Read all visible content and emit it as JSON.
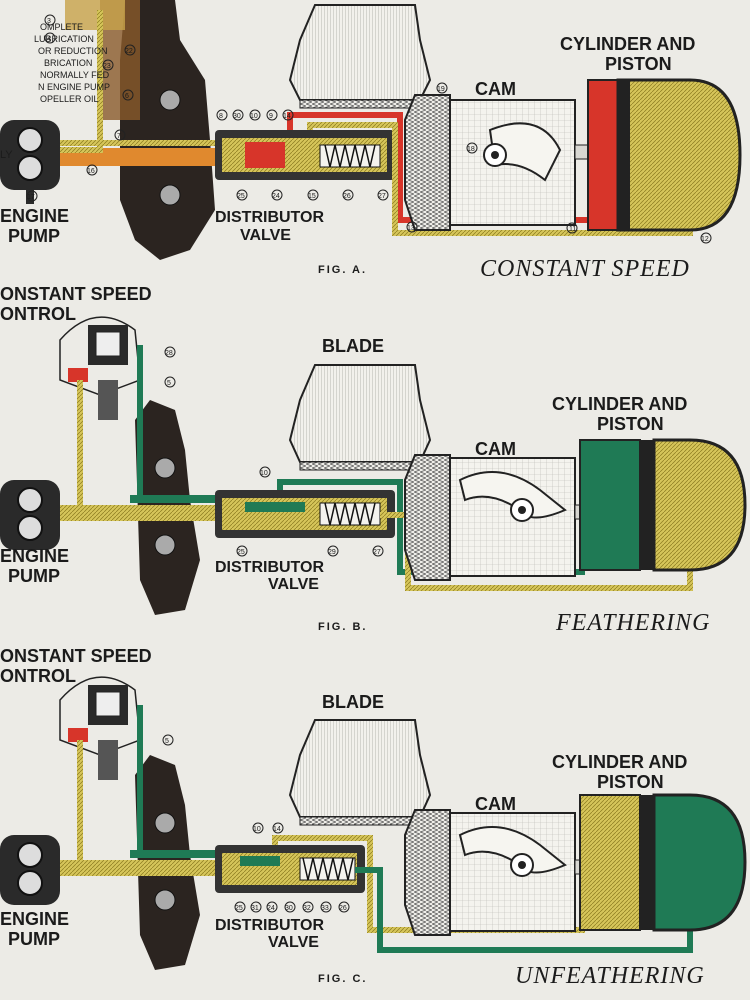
{
  "colors": {
    "paper": "#ecebe6",
    "oil_yellow": "#d6c55a",
    "oil_red": "#d7352a",
    "oil_green": "#1f7a55",
    "oil_orange": "#e0892e",
    "brown": "#8a5a2b",
    "ink": "#1b1b1b"
  },
  "fig_a": {
    "caption": "FIG. A.",
    "title": "CONSTANT SPEED",
    "labels": {
      "cylinder": "CYLINDER AND",
      "piston": "PISTON",
      "cam": "CAM",
      "distributor": "DISTRIBUTOR",
      "valve": "VALVE",
      "engine": "ENGINE",
      "pump": "PUMP"
    },
    "note_lines": [
      "OMPLETE",
      "LUBRICATION",
      "OR REDUCTION",
      "BRICATION",
      "NORMALLY FED",
      "N ENGINE PUMP",
      "OPELLER OIL"
    ],
    "side_fragment": "LY",
    "callouts": [
      "3",
      "4",
      "22",
      "23",
      "6",
      "7",
      "16",
      "17",
      "8",
      "30",
      "10",
      "9",
      "14",
      "25",
      "24",
      "15",
      "26",
      "27",
      "13",
      "19",
      "18",
      "11",
      "12"
    ]
  },
  "fig_b": {
    "caption": "FIG. B.",
    "title": "FEATHERING",
    "labels": {
      "control1": "ONSTANT SPEED",
      "control2": "ONTROL",
      "blade": "BLADE",
      "cylinder": "CYLINDER AND",
      "piston": "PISTON",
      "cam": "CAM",
      "distributor": "DISTRIBUTOR",
      "valve": "VALVE",
      "engine": "ENGINE",
      "pump": "PUMP"
    },
    "callouts": [
      "28",
      "5",
      "10",
      "25",
      "29",
      "27"
    ]
  },
  "fig_c": {
    "caption": "FIG. C.",
    "title": "UNFEATHERING",
    "labels": {
      "control1": "ONSTANT SPEED",
      "control2": "ONTROL",
      "blade": "BLADE",
      "cylinder": "CYLINDER AND",
      "piston": "PISTON",
      "cam": "CAM",
      "distributor": "DISTRIBUTOR",
      "valve": "VALVE",
      "engine": "ENGINE",
      "pump": "PUMP"
    },
    "callouts": [
      "5",
      "10",
      "14",
      "25",
      "31",
      "24",
      "30",
      "32",
      "33",
      "26"
    ]
  }
}
